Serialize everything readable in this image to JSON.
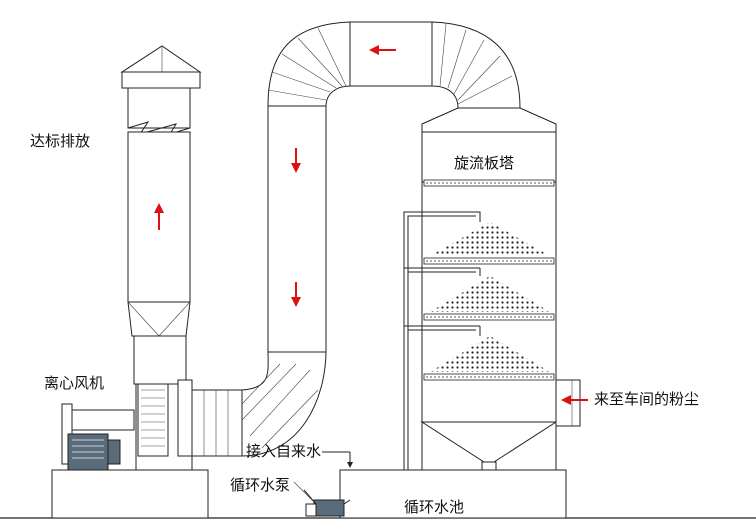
{
  "labels": {
    "discharge": "达标排放",
    "tower": "旋流板塔",
    "fan": "离心风机",
    "water_inlet": "接入自来水",
    "pump": "循环水泵",
    "pool": "循环水池",
    "dust_inlet": "来至车间的粉尘"
  },
  "colors": {
    "arrow": "#dd1111",
    "line": "#222222",
    "motor": "#5a6b7a"
  },
  "icons": {
    "flow_arrow": "red-arrow-icon"
  }
}
